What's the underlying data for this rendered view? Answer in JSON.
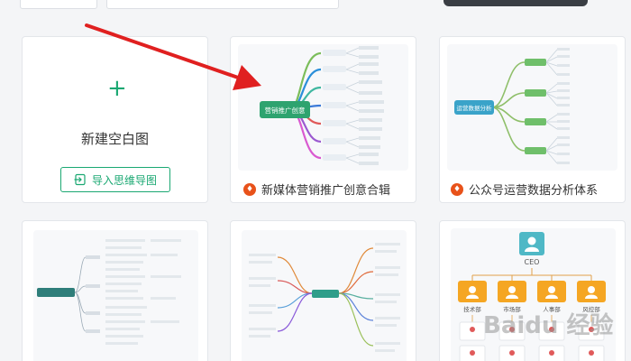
{
  "new_blank": {
    "label": "新建空白图",
    "import_label": "导入思维导图"
  },
  "templates": [
    {
      "title": "新媒体营销推广创意合辑",
      "center_label": "营销推广创意"
    },
    {
      "title": "公众号运营数据分析体系",
      "center_label": "运营数据分析"
    },
    {
      "title": "",
      "center_label": ""
    },
    {
      "title": "",
      "center_label": ""
    },
    {
      "title": "",
      "ceo_label": "CEO",
      "departments": [
        "技术部",
        "市场部",
        "人事部",
        "风控部"
      ]
    }
  ],
  "watermark": "Baidu 经验",
  "colors": {
    "accent": "#1aa872",
    "brand": "#e8521a",
    "arrow": "#e02020"
  },
  "icons": {
    "add": "plus-icon",
    "import": "import-icon",
    "brand": "brand-logo-icon"
  }
}
